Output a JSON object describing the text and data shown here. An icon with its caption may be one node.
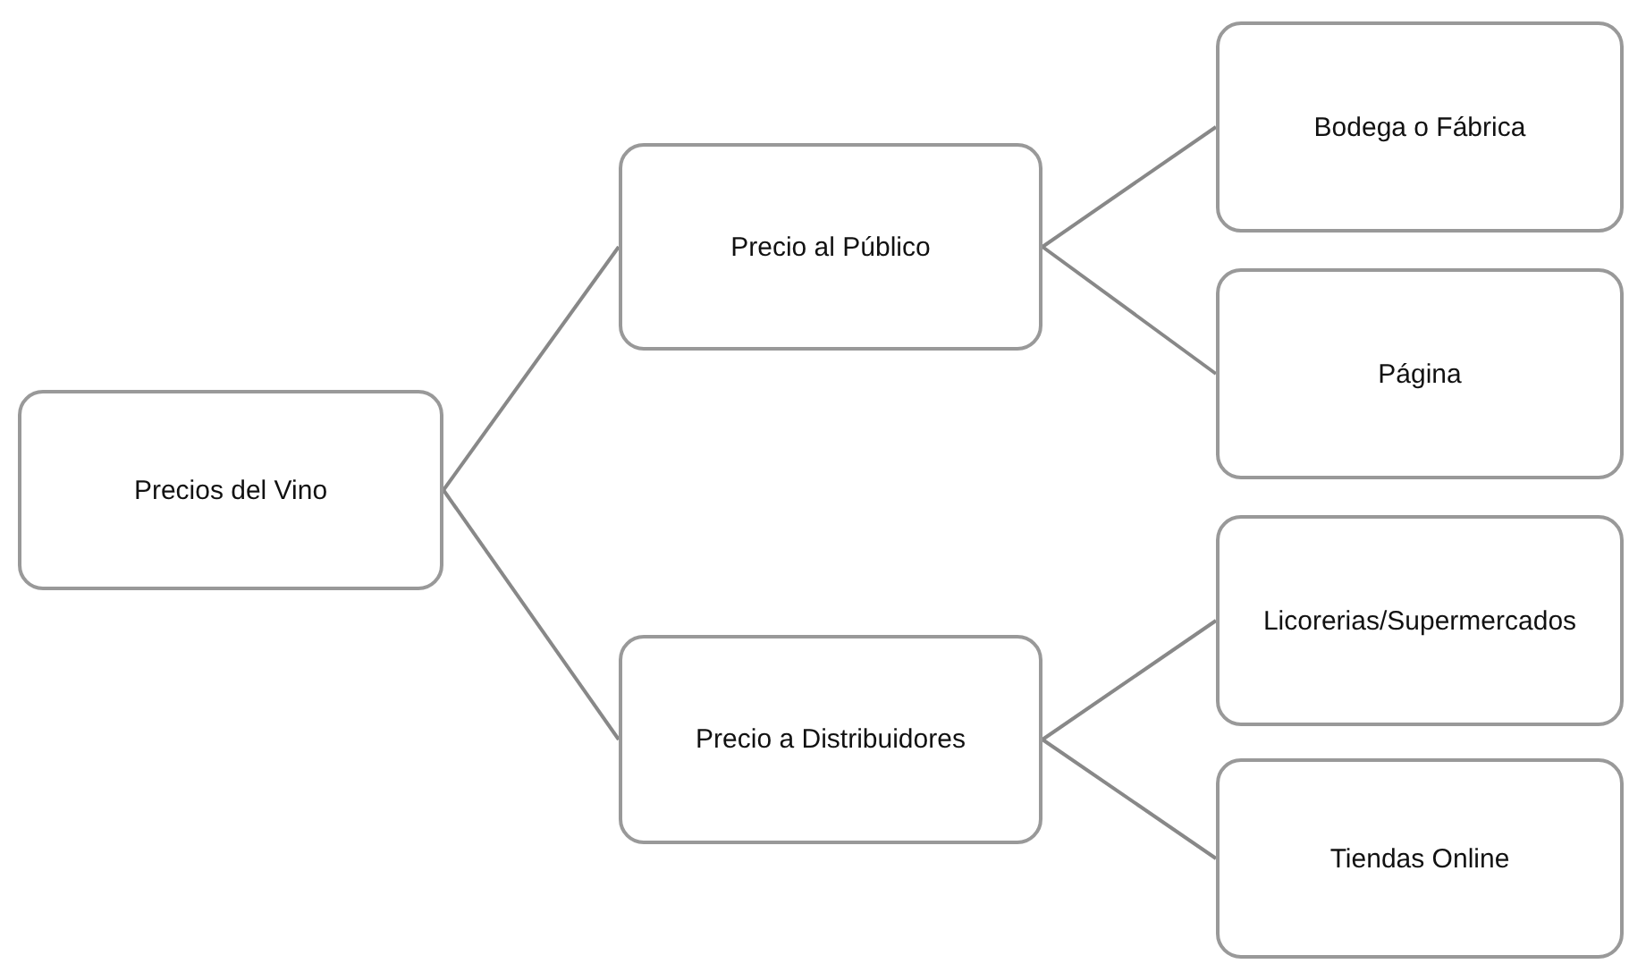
{
  "diagram": {
    "nodes": [
      {
        "text": [
          "Precios del Vino"
        ]
      },
      {
        "text": [
          "Precio al Público"
        ]
      },
      {
        "text": [
          "Precio a Distribuidores"
        ]
      },
      {
        "text": [
          "Bodega o Fábrica"
        ]
      },
      {
        "text": [
          "Página"
        ]
      },
      {
        "text": [
          "Licorerias/Supermercados"
        ]
      },
      {
        "text": [
          "Tiendas Online"
        ]
      }
    ],
    "edges": [
      {
        "from": 0,
        "to": 1,
        "arrow": "none"
      },
      {
        "from": 0,
        "to": 2,
        "arrow": "none"
      },
      {
        "from": 1,
        "to": 3,
        "arrow": "none"
      },
      {
        "from": 1,
        "to": 4,
        "arrow": "none"
      },
      {
        "from": 2,
        "to": 5,
        "arrow": "none"
      },
      {
        "from": 2,
        "to": 6,
        "arrow": "none"
      }
    ]
  }
}
